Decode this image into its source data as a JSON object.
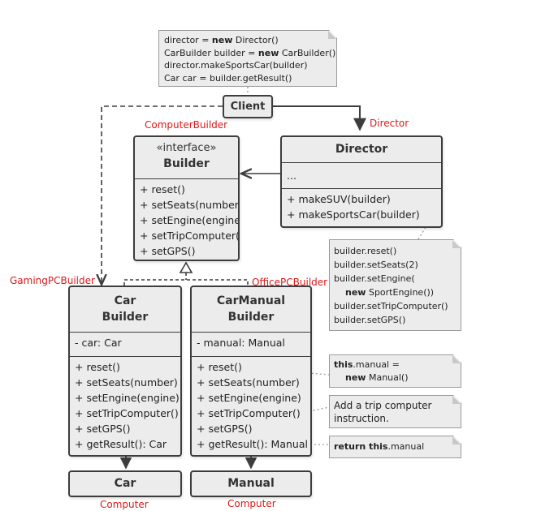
{
  "notes": {
    "client_code": {
      "lines": [
        [
          "director = ",
          "new",
          " Director()"
        ],
        [
          "CarBuilder builder = ",
          "new",
          " CarBuilder()"
        ],
        [
          "director.makeSportsCar(builder)",
          "",
          ""
        ],
        [
          "Car car = builder.getResult()",
          "",
          ""
        ]
      ]
    },
    "director_code": {
      "lines": [
        [
          "builder.reset()",
          "",
          ""
        ],
        [
          "builder.setSeats(2)",
          "",
          ""
        ],
        [
          "builder.setEngine(",
          "",
          ""
        ],
        [
          "    ",
          "new",
          " SportEngine())"
        ],
        [
          "builder.setTripComputer()",
          "",
          ""
        ],
        [
          "builder.setGPS()",
          "",
          ""
        ]
      ]
    },
    "reset_note": {
      "line1_bold": "this",
      "line1_rest": ".manual =",
      "line2_bold": "new",
      "line2_rest": " Manual()"
    },
    "trip_note": {
      "line1": "Add a trip computer",
      "line2": "instruction."
    },
    "result_note": {
      "bold": "return this",
      "rest": ".manual"
    }
  },
  "client": {
    "title": "Client"
  },
  "builder": {
    "stereotype": "«interface»",
    "title": "Builder",
    "methods": [
      "+ reset()",
      "+ setSeats(number)",
      "+ setEngine(engine)",
      "+ setTripComputer()",
      "+ setGPS()"
    ]
  },
  "director": {
    "title": "Director",
    "fields": [
      "..."
    ],
    "methods": [
      "+ makeSUV(builder)",
      "+ makeSportsCar(builder)"
    ]
  },
  "car_builder": {
    "title_line1": "Car",
    "title_line2": "Builder",
    "fields": [
      "- car: Car"
    ],
    "methods": [
      "+ reset()",
      "+ setSeats(number)",
      "+ setEngine(engine)",
      "+ setTripComputer()",
      "+ setGPS()",
      "+ getResult(): Car"
    ]
  },
  "manual_builder": {
    "title_line1": "CarManual",
    "title_line2": "Builder",
    "fields": [
      "- manual: Manual"
    ],
    "methods": [
      "+ reset()",
      "+ setSeats(number)",
      "+ setEngine(engine)",
      "+ setTripComputer()",
      "+ setGPS()",
      "+ getResult(): Manual"
    ]
  },
  "car": {
    "title": "Car"
  },
  "manual": {
    "title": "Manual"
  },
  "red_labels": {
    "computer_builder": "ComputerBuilder",
    "director": "Director",
    "gaming_pc_builder": "GamingPCBuilder",
    "office_pc_builder": "OfficePCBuilder",
    "computer_left": "Computer",
    "computer_right": "Computer"
  },
  "colors": {
    "annotation_red": "#d91a1a",
    "box_fill": "#ececec",
    "box_border": "#3d3d3d",
    "note_fill": "#ececec"
  }
}
